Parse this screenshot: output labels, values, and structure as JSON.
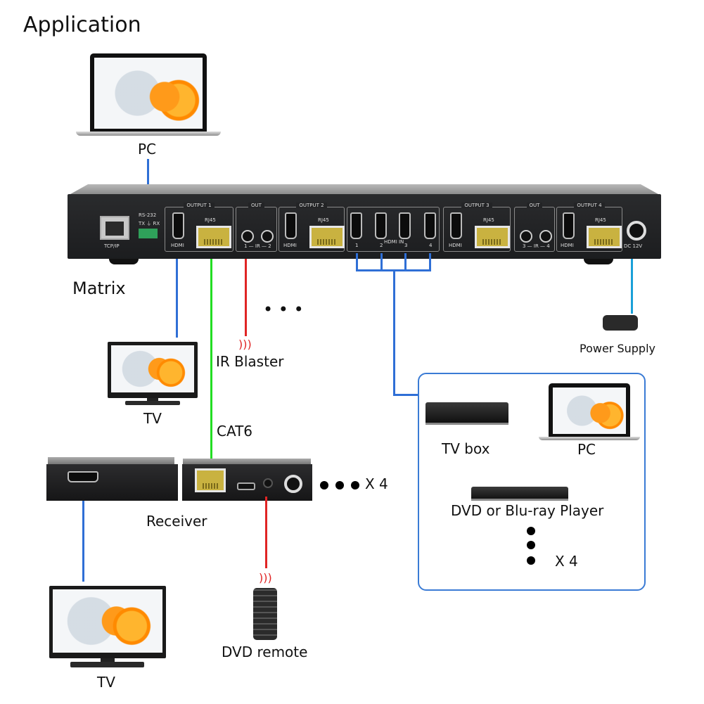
{
  "title": "Application",
  "colors": {
    "hdmi_line": "#2f6fd6",
    "power_line": "#1aa0d8",
    "cat6_line": "#22dd22",
    "ir_line": "#e02424",
    "sources_border": "#3a7bd5"
  },
  "pc_top": {
    "label": "PC",
    "icon": "laptop-icon"
  },
  "matrix": {
    "label": "Matrix",
    "ports": {
      "tcp": "TCP/IP",
      "rs232": "RS-232",
      "rs232_pins": "TX ⏚ RX",
      "output1": "OUTPUT 1",
      "output2": "OUTPUT 2",
      "output3": "OUTPUT 3",
      "output4": "OUTPUT 4",
      "hdmi": "HDMI",
      "rj45": "RJ45",
      "out": "OUT",
      "ir12": "1 — IR — 2",
      "ir34": "3 — IR — 4",
      "hdmi_in": "HDMI IN",
      "in1": "1",
      "in2": "2",
      "in3": "3",
      "in4": "4",
      "dc": "DC 12V"
    }
  },
  "ir_blaster": {
    "label": "IR Blaster",
    "ellipsis": "• • •"
  },
  "power_supply": {
    "label": "Power Supply"
  },
  "tv_mid": {
    "label": "TV"
  },
  "cat6": {
    "label": "CAT6"
  },
  "receiver": {
    "label": "Receiver",
    "multiplier": "X 4"
  },
  "tv_bottom": {
    "label": "TV"
  },
  "dvd_remote": {
    "label": "DVD remote"
  },
  "sources": {
    "items": [
      {
        "label": "TV box"
      },
      {
        "label": "PC"
      },
      {
        "label": "DVD or Blu-ray Player"
      }
    ],
    "multiplier": "X 4"
  }
}
